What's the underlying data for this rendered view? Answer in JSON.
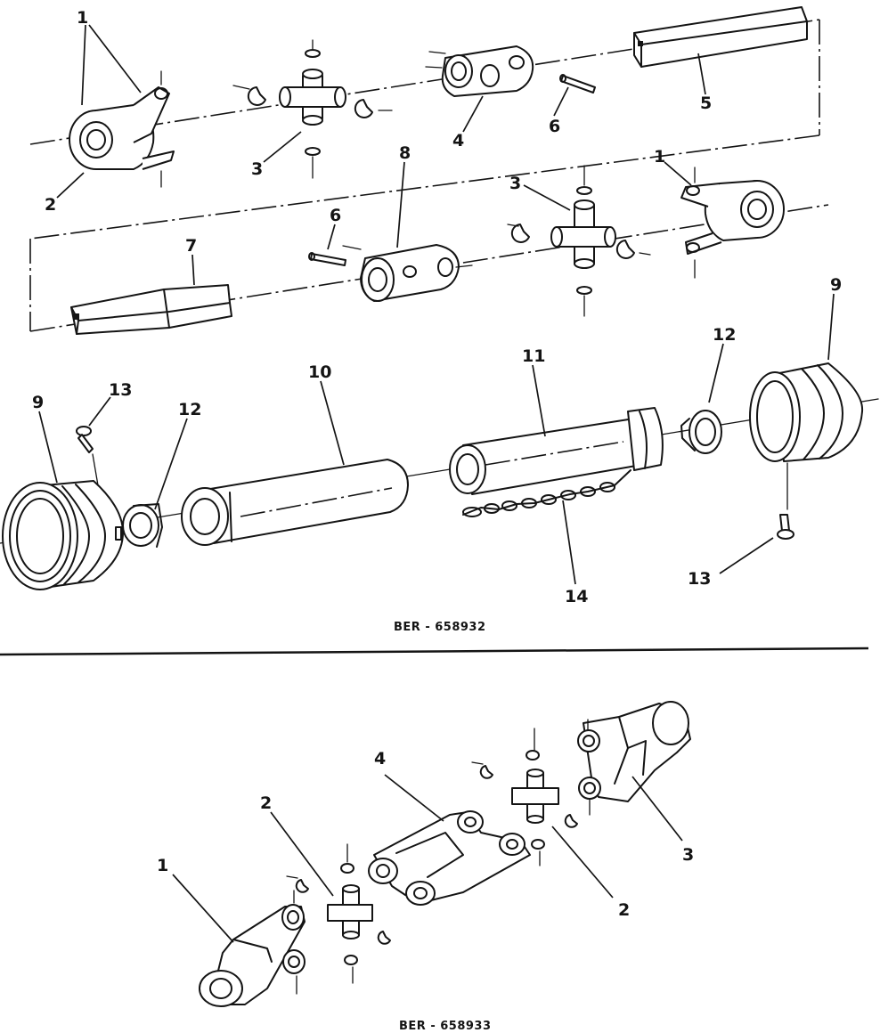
{
  "figure_top": {
    "caption": "BER - 658932",
    "callouts": {
      "c1a": "1",
      "c2": "2",
      "c3a": "3",
      "c4": "4",
      "c5": "5",
      "c6a": "6",
      "c8": "8",
      "c3b": "3",
      "c1b": "1",
      "c6b": "6",
      "c7": "7",
      "c9a": "9",
      "c9b": "9",
      "c10": "10",
      "c11": "11",
      "c12a": "12",
      "c12b": "12",
      "c13a": "13",
      "c13b": "13",
      "c14": "14"
    }
  },
  "figure_bottom": {
    "caption": "BER - 658933",
    "callouts": {
      "d1": "1",
      "d2a": "2",
      "d2b": "2",
      "d3": "3",
      "d4": "4"
    }
  }
}
